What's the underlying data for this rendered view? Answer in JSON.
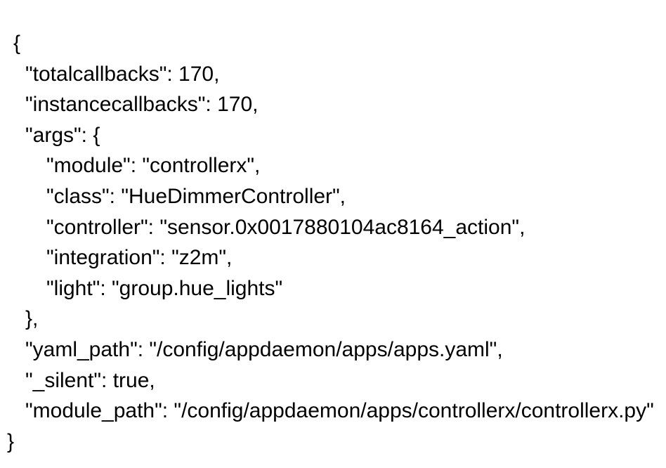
{
  "page": {
    "background_color": "#ffffff",
    "text_color": "#000000"
  },
  "json_document": {
    "lines": [
      {
        "depth": 0,
        "text": "{"
      },
      {
        "depth": 1,
        "text": "\"totalcallbacks\": 170,"
      },
      {
        "depth": 1,
        "text": "\"instancecallbacks\": 170,"
      },
      {
        "depth": 1,
        "text": "\"args\": {"
      },
      {
        "depth": 2,
        "text": "\"module\": \"controllerx\","
      },
      {
        "depth": 2,
        "text": "\"class\": \"HueDimmerController\","
      },
      {
        "depth": 2,
        "text": "\"controller\": \"sensor.0x0017880104ac8164_action\","
      },
      {
        "depth": 2,
        "text": "\"integration\": \"z2m\","
      },
      {
        "depth": 2,
        "text": "\"light\": \"group.hue_lights\""
      },
      {
        "depth": 1,
        "text": "},"
      },
      {
        "depth": 1,
        "text": "\"yaml_path\": \"/config/appdaemon/apps/apps.yaml\","
      },
      {
        "depth": 1,
        "text": "\"_silent\": true,"
      },
      {
        "depth": 1,
        "text": "\"module_path\": \"/config/appdaemon/apps/controllerx/controllerx.py\""
      },
      {
        "depth": 0,
        "text": "}"
      }
    ]
  }
}
